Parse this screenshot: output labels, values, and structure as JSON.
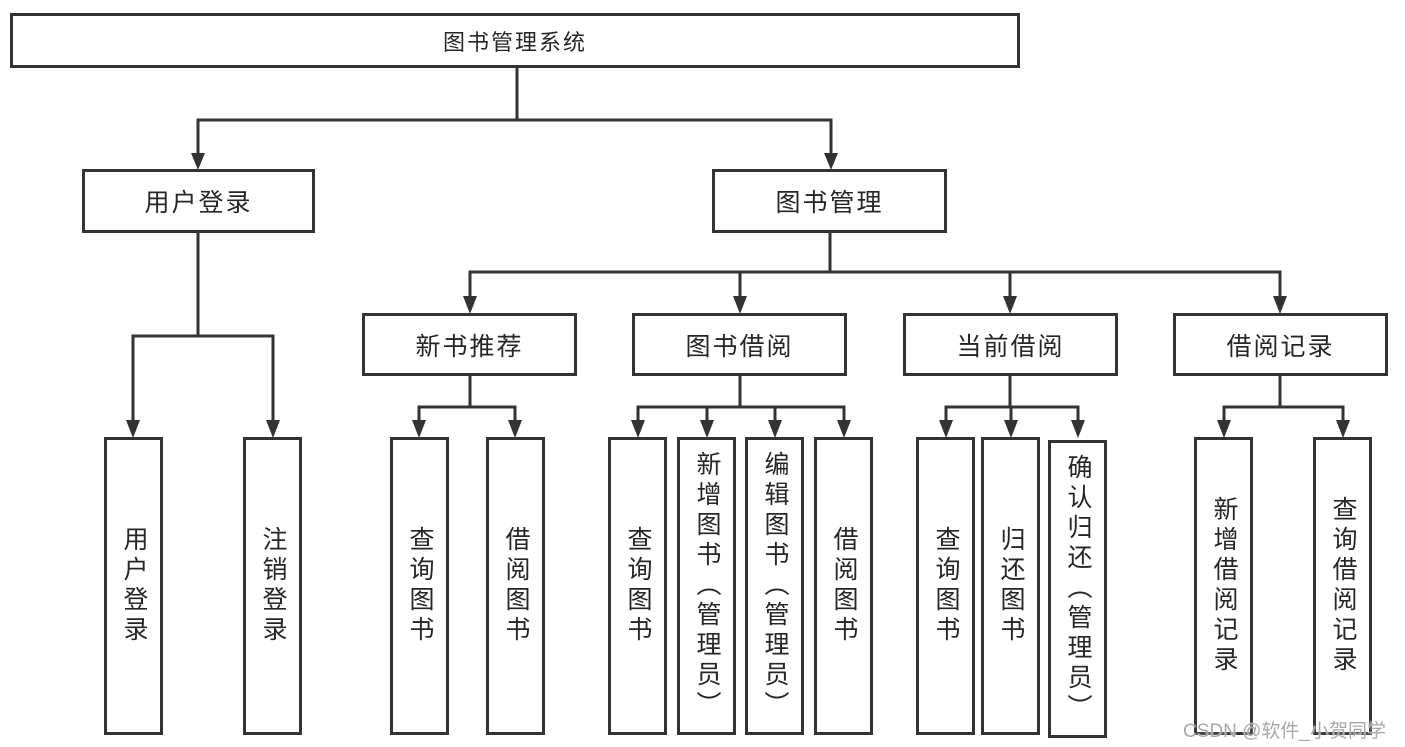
{
  "colors": {
    "line": "#333333",
    "box_border": "#333333",
    "box_fill": "#ffffff",
    "text": "#262626",
    "watermark": "#a8a8a8"
  },
  "nodes": {
    "root": "图书管理系统",
    "level2": [
      "用户登录",
      "图书管理"
    ],
    "level3": [
      "新书推荐",
      "图书借阅",
      "当前借阅",
      "借阅记录"
    ],
    "leaves_user_login": [
      "用户登录",
      "注销登录"
    ],
    "leaves_new_books": [
      "查询图书",
      "借阅图书"
    ],
    "leaves_book_borrow": [
      "查询图书",
      "新增图书（管理员）",
      "编辑图书（管理员）",
      "借阅图书"
    ],
    "leaves_current_borrow": [
      "查询图书",
      "归还图书",
      "确认归还（管理员）"
    ],
    "leaves_borrow_records": [
      "新增借阅记录",
      "查询借阅记录"
    ]
  },
  "watermark": "CSDN @软件_小贺同学"
}
